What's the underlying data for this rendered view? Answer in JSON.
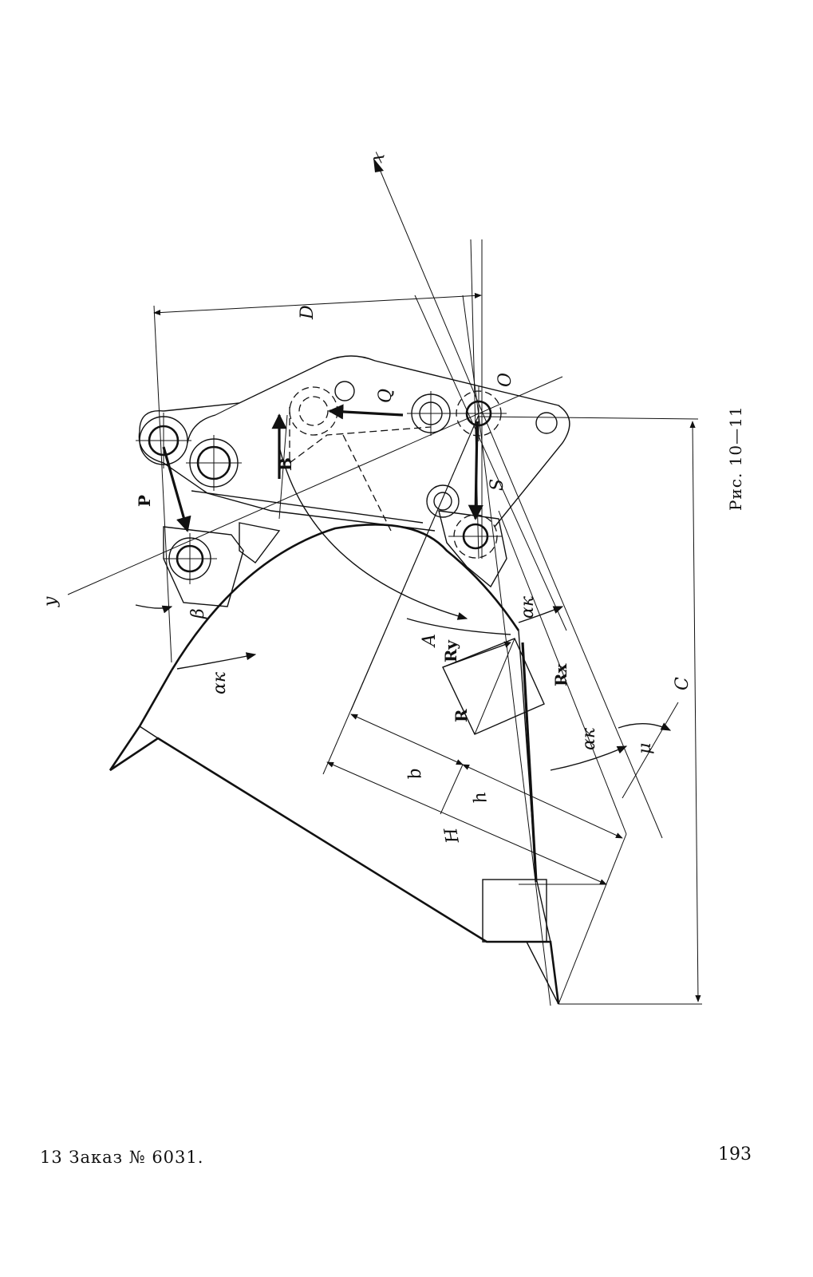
{
  "figure": {
    "caption": "Рис. 10—11",
    "labels": {
      "x_axis": "x",
      "y_axis": "y",
      "D": "D",
      "C": "C",
      "H": "H",
      "b": "b",
      "h": "h",
      "P": "P",
      "B": "B",
      "Q": "Q",
      "S": "S",
      "O": "O",
      "A": "A",
      "R": "R",
      "Rx": "Rx",
      "Ry": "Ry",
      "alpha_k_1": "αк",
      "alpha_k_2": "αк",
      "alpha_k_3": "αк",
      "beta": "β",
      "mu": "μ"
    }
  },
  "footer": {
    "order": "13 Заказ № 6031.",
    "page_number": "193"
  }
}
